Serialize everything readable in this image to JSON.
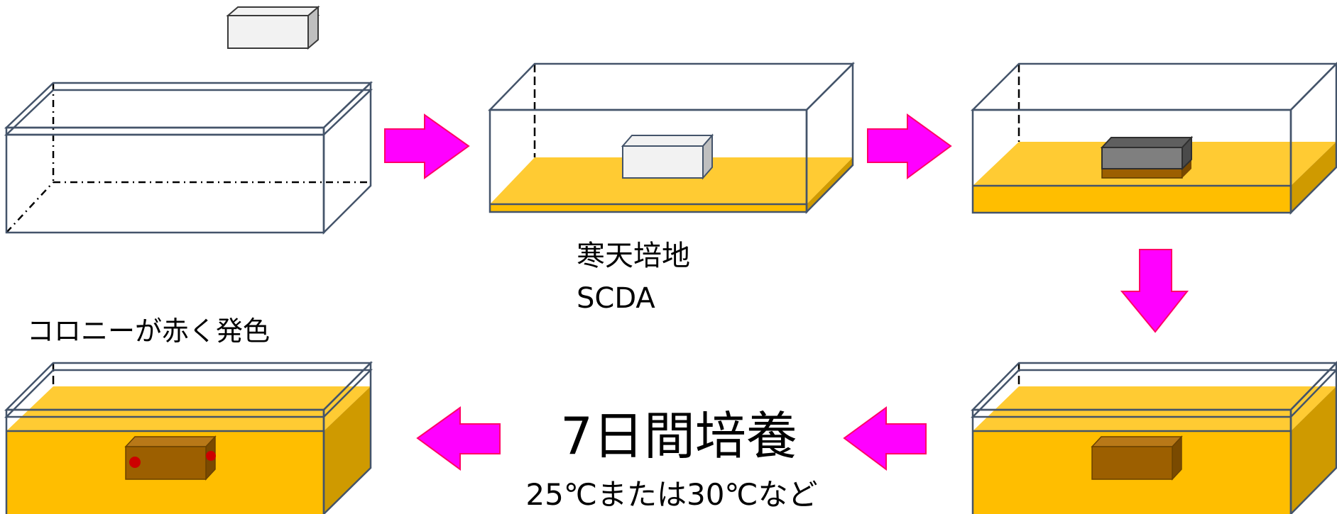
{
  "labels": {
    "medium_name": "寒天培地",
    "medium_code": "SCDA",
    "result": "コロニーが赤く発色",
    "incubation": "7日間培養",
    "conditions": "25℃または30℃など"
  },
  "colors": {
    "agar_top": "#FFCB33",
    "agar_front": "#FFBE00",
    "agar_side": "#CF9A00",
    "box_edge": "#44546A",
    "arrow_fill": "#FF00FF",
    "arrow_edge": "#FF0066",
    "sample_white": "#F2F2F2",
    "sample_gray": "#7F7F7F",
    "sample_brown": "#9C5F00",
    "colony_red": "#CC0000"
  }
}
